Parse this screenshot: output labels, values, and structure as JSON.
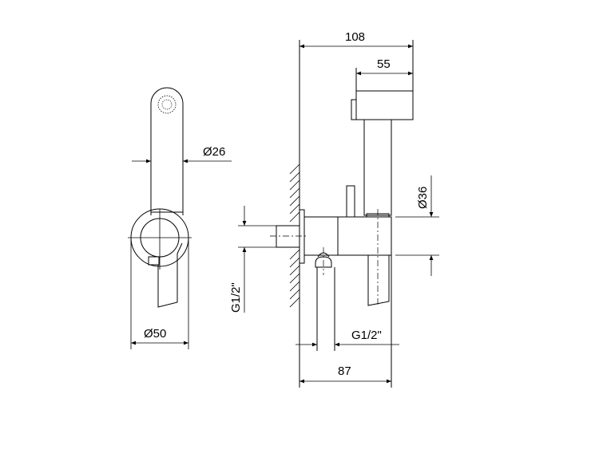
{
  "drawing": {
    "side_view": {
      "dim_handshower_diameter": "Ø26",
      "dim_body_diameter": "Ø50"
    },
    "front_view": {
      "dim_total_width": "108",
      "dim_handshower_width": "55",
      "dim_body_height": "Ø36",
      "dim_inlet_thread": "G1/2\"",
      "dim_outlet_thread": "G1/2\"",
      "dim_body_projection": "87"
    },
    "colors": {
      "line": "#000000",
      "background": "#ffffff"
    }
  }
}
